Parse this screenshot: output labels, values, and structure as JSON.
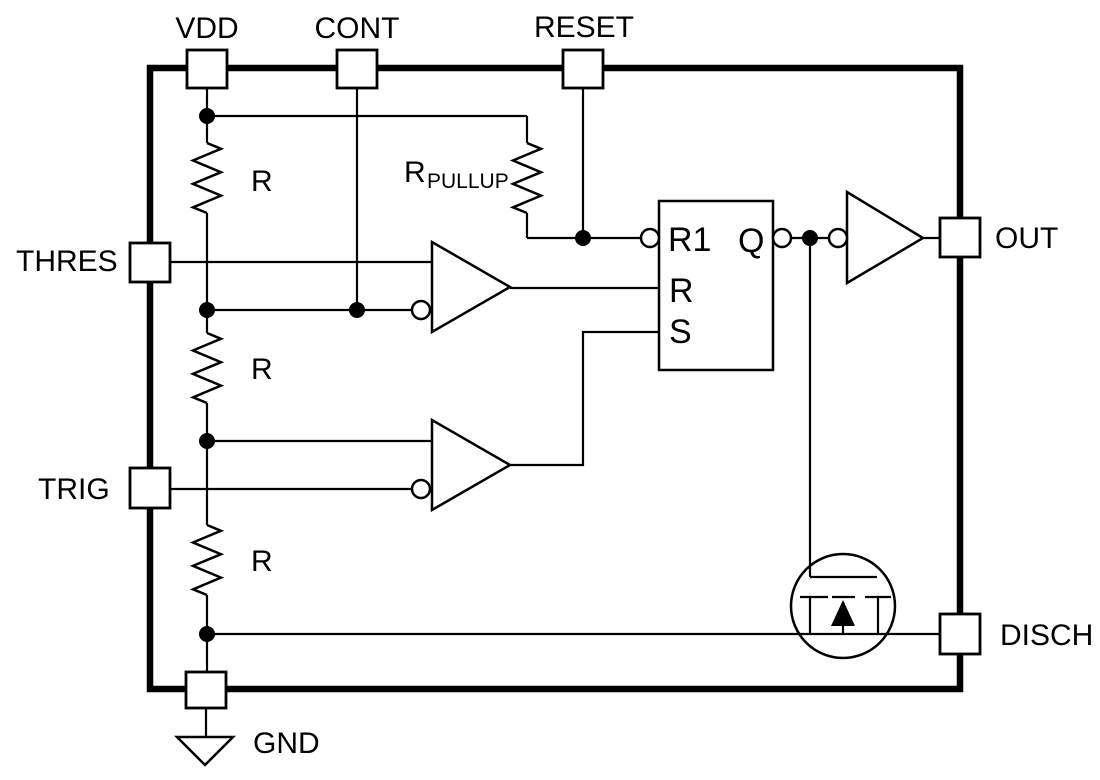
{
  "diagram": {
    "kind": "timer-ic-functional-block-diagram",
    "colors": {
      "line": "#000000",
      "background": "#ffffff"
    },
    "pins": {
      "vdd": "VDD",
      "cont": "CONT",
      "reset": "RESET",
      "thres": "THRES",
      "trig": "TRIG",
      "out": "OUT",
      "disch": "DISCH",
      "gnd": "GND"
    },
    "resistors": {
      "divider_top": "R",
      "divider_middle": "R",
      "divider_bottom": "R",
      "pullup_main": "R",
      "pullup_sub": "PULLUP"
    },
    "latch": {
      "input_r1": "R1",
      "input_r": "R",
      "input_s": "S",
      "output_q": "Q"
    }
  }
}
